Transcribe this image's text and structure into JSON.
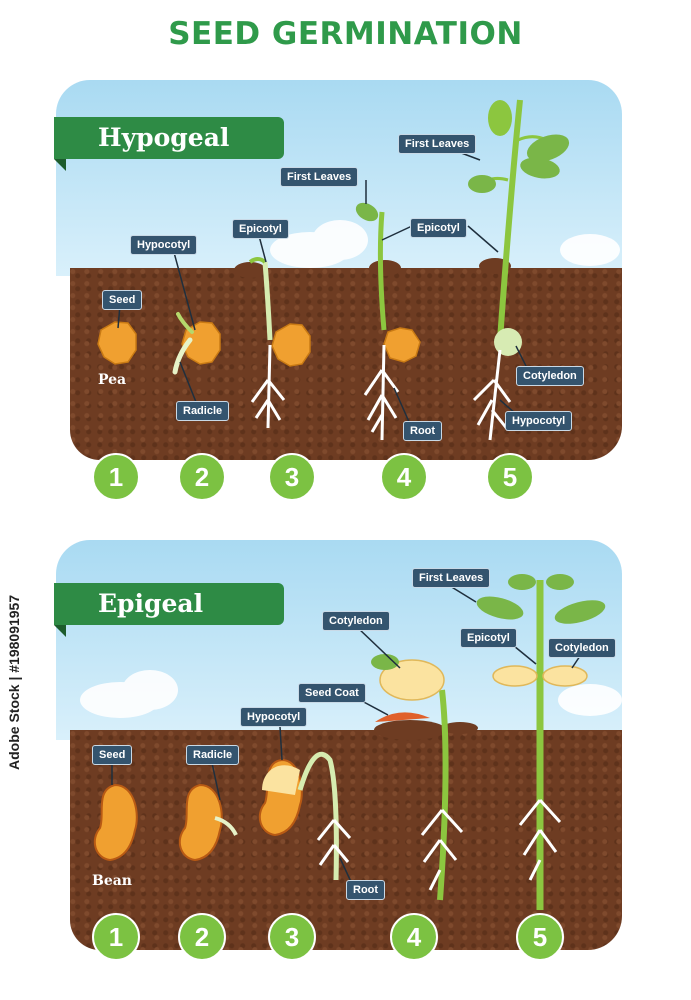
{
  "title": "SEED GERMINATION",
  "hypogeal": {
    "heading": "Hypogeal",
    "plain_label": "Pea",
    "labels": {
      "seed": "Seed",
      "hypocotyl_top": "Hypocotyl",
      "radicle": "Radicle",
      "epicotyl_3": "Epicotyl",
      "first_leaves_4": "First Leaves",
      "epicotyl_45": "Epicotyl",
      "first_leaves_5": "First Leaves",
      "root": "Root",
      "cotyledon": "Cotyledon",
      "hypocotyl_bottom": "Hypocotyl"
    },
    "steps": [
      "1",
      "2",
      "3",
      "4",
      "5"
    ]
  },
  "epigeal": {
    "heading": "Epigeal",
    "plain_label": "Bean",
    "labels": {
      "seed": "Seed",
      "radicle": "Radicle",
      "hypocotyl": "Hypocotyl",
      "seed_coat": "Seed Coat",
      "cotyledon_4": "Cotyledon",
      "root": "Root",
      "first_leaves": "First Leaves",
      "epicotyl": "Epicotyl",
      "cotyledon_5": "Cotyledon"
    },
    "steps": [
      "1",
      "2",
      "3",
      "4",
      "5"
    ]
  },
  "watermark": "Adobe Stock | #198091957",
  "colors": {
    "title_green": "#2f9a4a",
    "banner_green": "#2e8b45",
    "step_green": "#7cc242",
    "soil_brown": "#6e3c22",
    "sky_blue": "#a9daf2",
    "label_navy": "#34546e",
    "seed_orange": "#f0a030"
  }
}
